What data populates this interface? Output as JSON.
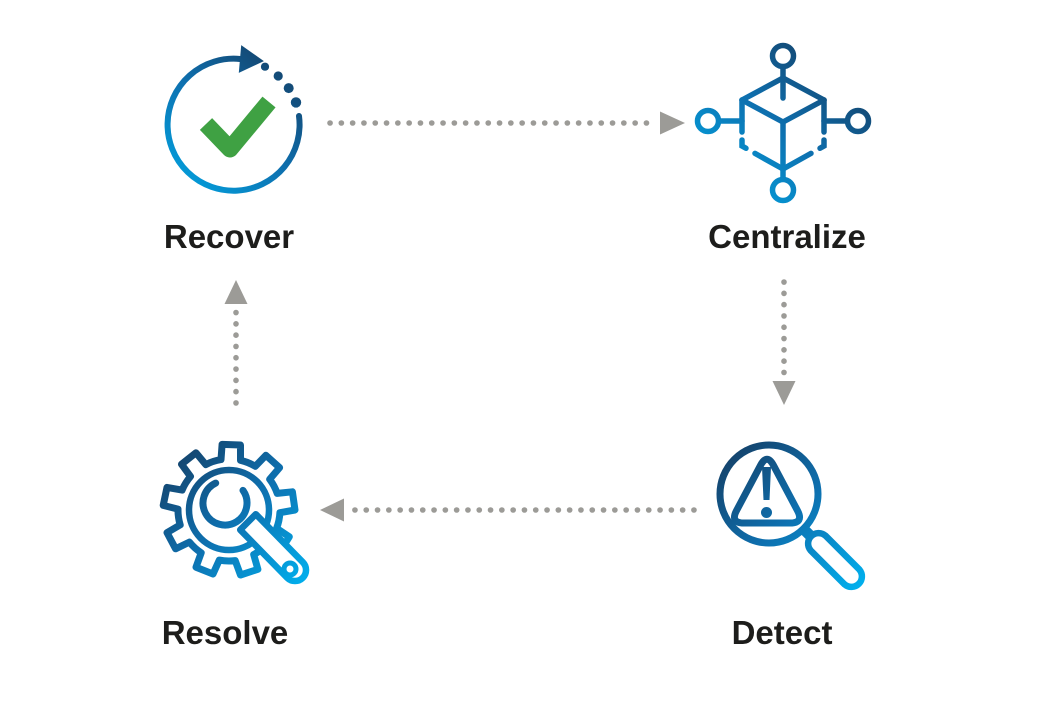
{
  "diagram": {
    "nodes": [
      {
        "id": "recover",
        "label": "Recover",
        "icon": "circular-arrow-check-icon"
      },
      {
        "id": "centralize",
        "label": "Centralize",
        "icon": "cube-network-icon"
      },
      {
        "id": "detect",
        "label": "Detect",
        "icon": "magnifier-warning-icon"
      },
      {
        "id": "resolve",
        "label": "Resolve",
        "icon": "gear-wrench-icon"
      }
    ],
    "flow": [
      {
        "from": "Recover",
        "to": "Centralize",
        "direction": "right",
        "style": "dotted"
      },
      {
        "from": "Centralize",
        "to": "Detect",
        "direction": "down",
        "style": "dotted"
      },
      {
        "from": "Detect",
        "to": "Resolve",
        "direction": "left",
        "style": "dotted"
      },
      {
        "from": "Resolve",
        "to": "Recover",
        "direction": "up",
        "style": "dotted"
      }
    ],
    "colors": {
      "background": "#ffffff",
      "label_text": "#1d1d1b",
      "arrow_gray": "#9c9b97",
      "icon_blue_dark": "#16395c",
      "icon_blue_mid": "#0e6fae",
      "icon_blue_cyan": "#00a9e6",
      "check_green": "#3fa143"
    }
  }
}
